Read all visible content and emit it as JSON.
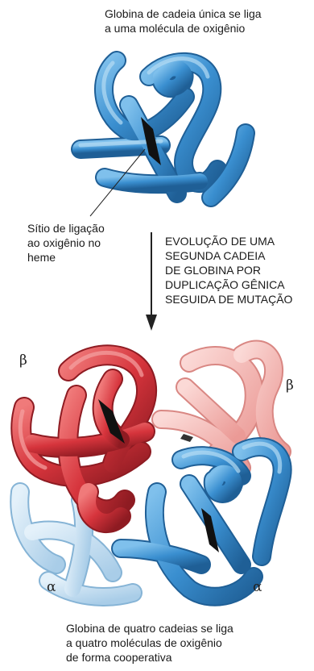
{
  "captions": {
    "top": "Globina de cadeia única se liga\na uma molécula de oxigênio",
    "site": "Sítio de ligação\nao oxigênio no\nheme",
    "evolution": "EVOLUÇÃO DE UMA\nSEGUNDA CADEIA\nDE GLOBINA POR\nDUPLICAÇÃO GÊNICA\nSEGUIDA DE MUTAÇÃO",
    "bottom": "Globina de quatro cadeias se liga\na quatro moléculas de oxigênio\nde forma cooperativa"
  },
  "chain_labels": {
    "beta_left": "β",
    "beta_right": "β",
    "alpha_left": "α",
    "alpha_right": "α"
  },
  "colors": {
    "blue": "#3a8fd0",
    "blue_dark": "#1f5f96",
    "light_blue": "#b9d8ee",
    "red": "#d6343c",
    "red_dark": "#8e1b22",
    "pink": "#f1aaa6",
    "heme": "#111111"
  }
}
